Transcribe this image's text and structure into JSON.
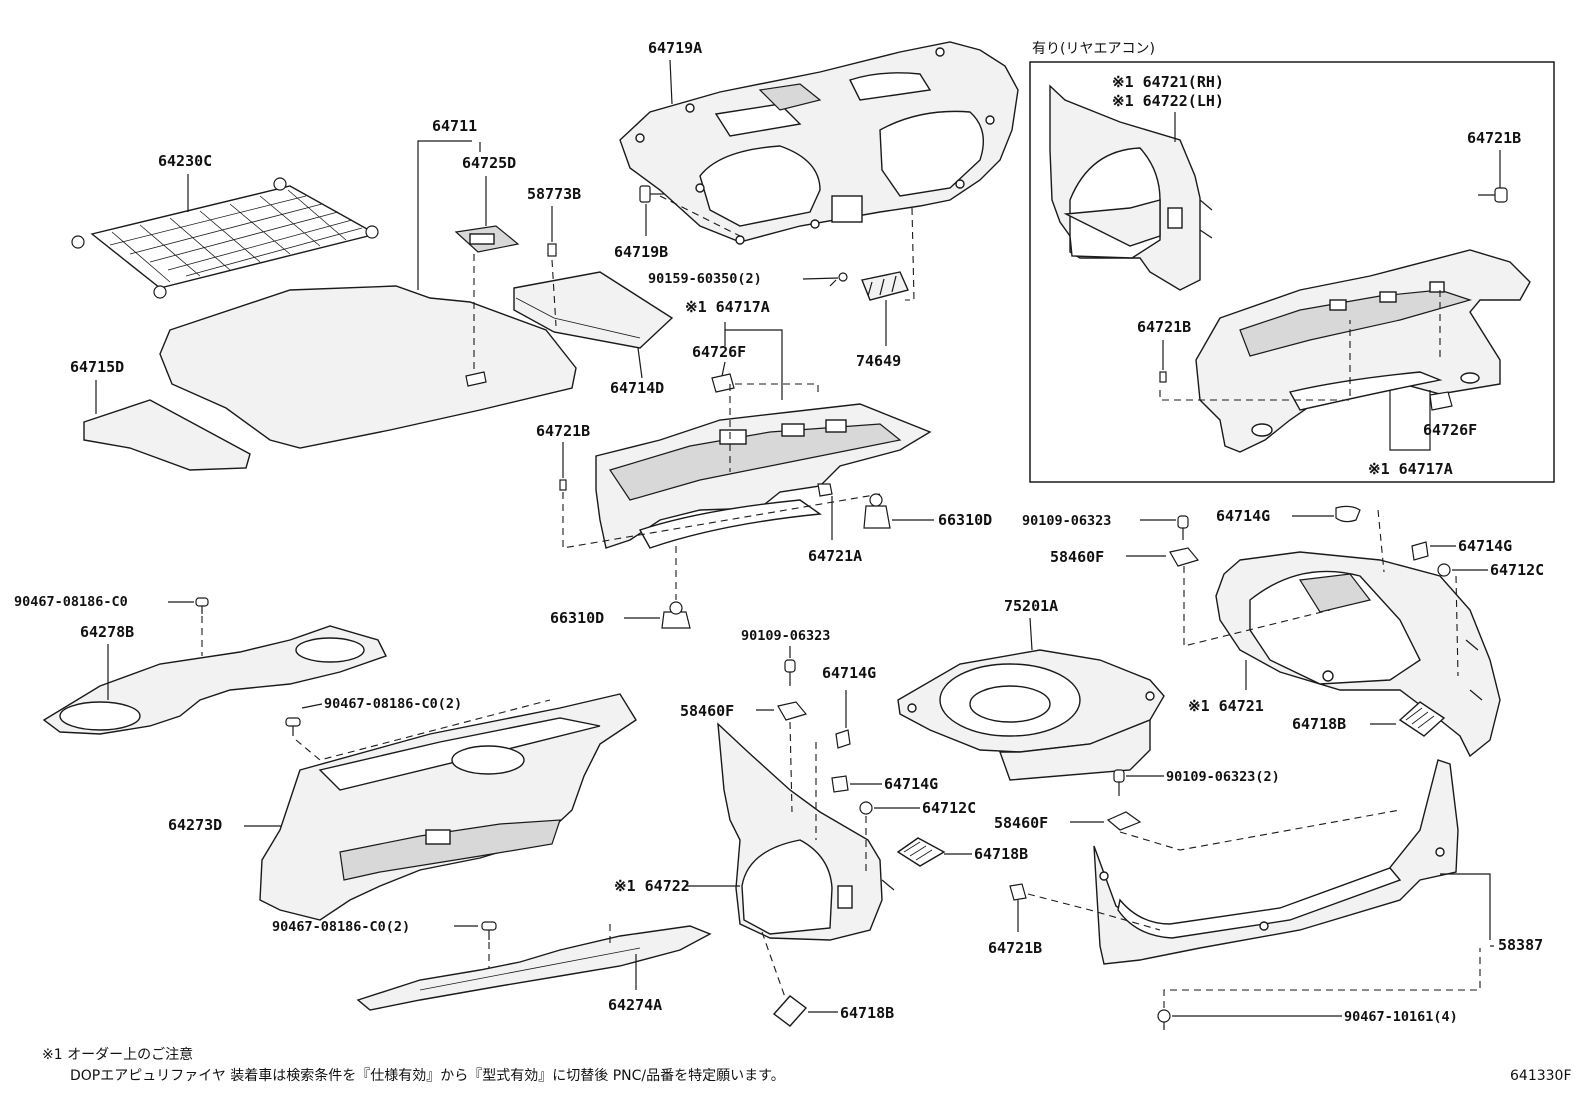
{
  "inset": {
    "title": "有り(リヤエアコン)"
  },
  "labels": {
    "p64719A": "64719A",
    "p64711": "64711",
    "p64230C": "64230C",
    "p64725D": "64725D",
    "p58773B": "58773B",
    "p64719B": "64719B",
    "p90159_60350": "90159-60350(2)",
    "p64717A": "※1 64717A",
    "p74649": "74649",
    "p64715D": "64715D",
    "p64714D": "64714D",
    "p64726F": "64726F",
    "p64721B_a": "64721B",
    "p66310D_a": "66310D",
    "p64721A": "64721A",
    "p66310D_b": "66310D",
    "p90467_08186_a": "90467-08186-C0",
    "p64278B": "64278B",
    "p90467_08186_b": "90467-08186-C0(2)",
    "p64273D": "64273D",
    "p90467_08186_c": "90467-08186-C0(2)",
    "p64274A": "64274A",
    "p90109_06323_a": "90109-06323",
    "p58460F_a": "58460F",
    "p64714G_a": "64714G",
    "p64714G_b": "64714G",
    "p64712C_a": "64712C",
    "p64718B_a": "64718B",
    "p64722": "※1 64722",
    "p64718B_b": "64718B",
    "p75201A": "75201A",
    "p90109_06323_b": "90109-06323",
    "p58460F_b": "58460F",
    "p64714G_c": "64714G",
    "p64714G_d": "64714G",
    "p64712C_b": "64712C",
    "p64721": "※1 64721",
    "p64718B_c": "64718B",
    "p90109_06323_c": "90109-06323(2)",
    "p58460F_c": "58460F",
    "p64721B_b": "64721B",
    "p58387": "58387",
    "p90467_10161": "90467-10161(4)",
    "i64721RH": "※1 64721(RH)",
    "i64722LH": "※1 64722(LH)",
    "i64721B_a": "64721B",
    "i64721B_b": "64721B",
    "i64726F": "64726F",
    "i64717A": "※1 64717A"
  },
  "footnote": {
    "line1": "※1 オーダー上のご注意",
    "line2": "DOPエアピュリファイヤ 装着車は検索条件を『仕様有効』から『型式有効』に切替後 PNC/品番を特定願います。"
  },
  "figure_code": "641330F"
}
